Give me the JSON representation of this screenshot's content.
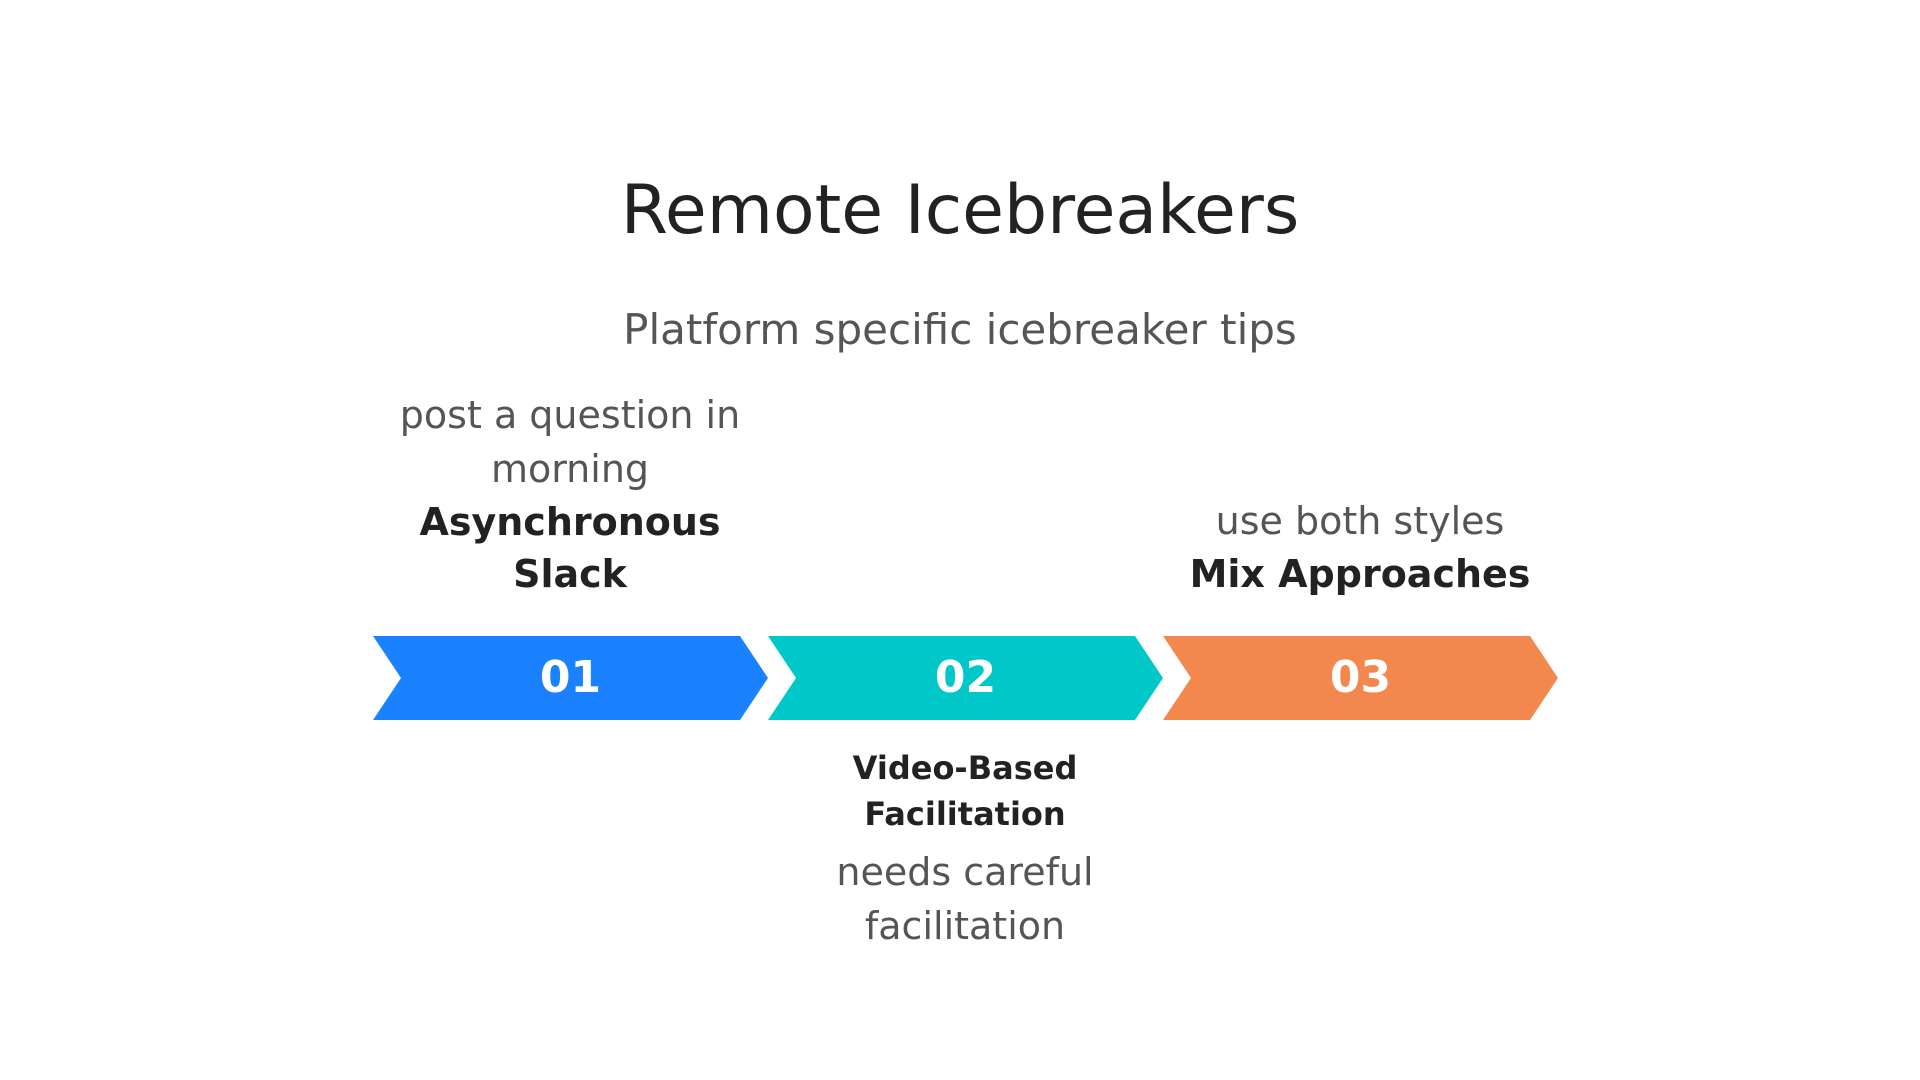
{
  "title": "Remote Icebreakers",
  "subtitle": "Platform specific icebreaker tips",
  "steps": [
    {
      "number": "01",
      "heading": "Asynchronous Slack",
      "description_lines": [
        "post a question in",
        "morning"
      ],
      "color": "#1A82FF"
    },
    {
      "number": "02",
      "heading": "Video-Based Facilitation",
      "description_lines": [
        "needs careful",
        "facilitation"
      ],
      "color": "#00C8C8"
    },
    {
      "number": "03",
      "heading": "Mix Approaches",
      "description_lines": [
        "use both styles"
      ],
      "color": "#F2884E"
    }
  ]
}
